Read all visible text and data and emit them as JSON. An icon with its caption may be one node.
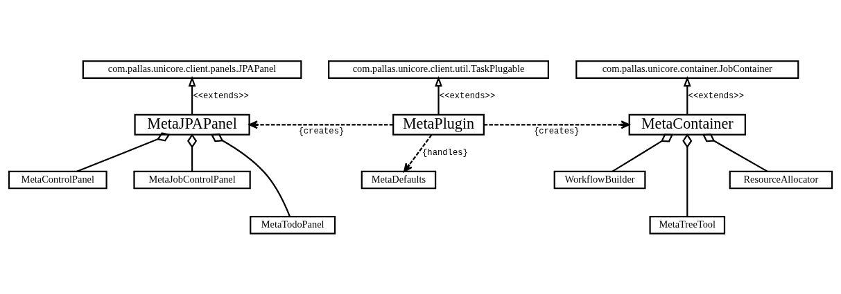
{
  "diagram": {
    "nodes": [
      {
        "text": [
          "com.pallas.unicore.client.panels.JPAPanel"
        ]
      },
      {
        "text": [
          "com.pallas.unicore.client.util.TaskPlugable"
        ]
      },
      {
        "text": [
          "com.pallas.unicore.container.JobContainer"
        ]
      },
      {
        "text": [
          "MetaJPAPanel"
        ]
      },
      {
        "text": [
          "MetaPlugin"
        ]
      },
      {
        "text": [
          "MetaContainer"
        ]
      },
      {
        "text": [
          "MetaControlPanel"
        ]
      },
      {
        "text": [
          "MetaJobControlPanel"
        ]
      },
      {
        "text": [
          "MetaTodoPanel"
        ]
      },
      {
        "text": [
          "MetaDefaults"
        ]
      },
      {
        "text": [
          "WorkflowBuilder"
        ]
      },
      {
        "text": [
          "MetaTreeTool"
        ]
      },
      {
        "text": [
          "ResourceAllocator"
        ]
      }
    ],
    "edges": [
      {
        "from": 3,
        "to": 0,
        "arrow": "to",
        "label": "<<extends>>"
      },
      {
        "from": 4,
        "to": 1,
        "arrow": "to",
        "label": "<<extends>>"
      },
      {
        "from": 5,
        "to": 2,
        "arrow": "to",
        "label": "<<extends>>"
      },
      {
        "from": 4,
        "to": 3,
        "arrow": "to",
        "label": "{creates}",
        "style": "dashed"
      },
      {
        "from": 4,
        "to": 5,
        "arrow": "to",
        "label": "{creates}",
        "style": "dashed"
      },
      {
        "from": 4,
        "to": 9,
        "arrow": "to",
        "label": "{handles}",
        "style": "dashed"
      },
      {
        "from": 6,
        "to": 3,
        "arrow": "other"
      },
      {
        "from": 8,
        "to": 3,
        "arrow": "other"
      },
      {
        "from": 7,
        "to": 3,
        "arrow": "other"
      },
      {
        "from": 10,
        "to": 5,
        "arrow": "other"
      },
      {
        "from": 11,
        "to": 5,
        "arrow": "other"
      },
      {
        "from": 12,
        "to": 5,
        "arrow": "other"
      }
    ]
  }
}
